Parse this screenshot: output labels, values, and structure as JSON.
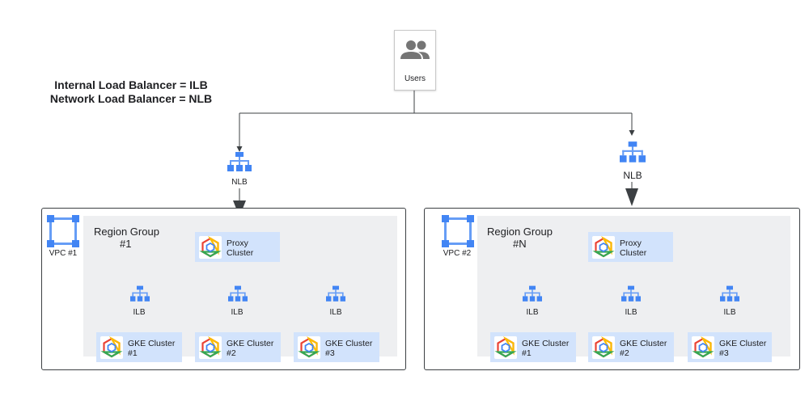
{
  "legend": {
    "line1": "Internal Load Balancer = ILB",
    "line2": "Network Load Balancer = NLB"
  },
  "users": {
    "label": "Users",
    "icon": "users-icon"
  },
  "nlb": {
    "left_label": "NLB",
    "right_label": "NLB",
    "icon": "load-balancer-icon"
  },
  "vpcs": [
    {
      "label": "VPC #1",
      "region": {
        "line1": "Region Group",
        "line2": "#1"
      },
      "proxy": {
        "line1": "Proxy",
        "line2": "Cluster"
      },
      "ilb_labels": [
        "ILB",
        "ILB",
        "ILB"
      ],
      "clusters": [
        {
          "line1": "GKE Cluster",
          "line2": "#1"
        },
        {
          "line1": "GKE Cluster",
          "line2": "#2"
        },
        {
          "line1": "GKE Cluster",
          "line2": "#3"
        }
      ]
    },
    {
      "label": "VPC #2",
      "region": {
        "line1": "Region Group",
        "line2": "#N"
      },
      "proxy": {
        "line1": "Proxy",
        "line2": "Cluster"
      },
      "ilb_labels": [
        "ILB",
        "ILB",
        "ILB"
      ],
      "clusters": [
        {
          "line1": "GKE Cluster",
          "line2": "#1"
        },
        {
          "line1": "GKE Cluster",
          "line2": "#2"
        },
        {
          "line1": "GKE Cluster",
          "line2": "#3"
        }
      ]
    }
  ],
  "colors": {
    "icon_blue": "#669df6",
    "icon_dark_blue": "#4285f4",
    "region_bg": "#eeeff1",
    "service_bg": "#d2e3fc",
    "gray_icon": "#757575"
  }
}
